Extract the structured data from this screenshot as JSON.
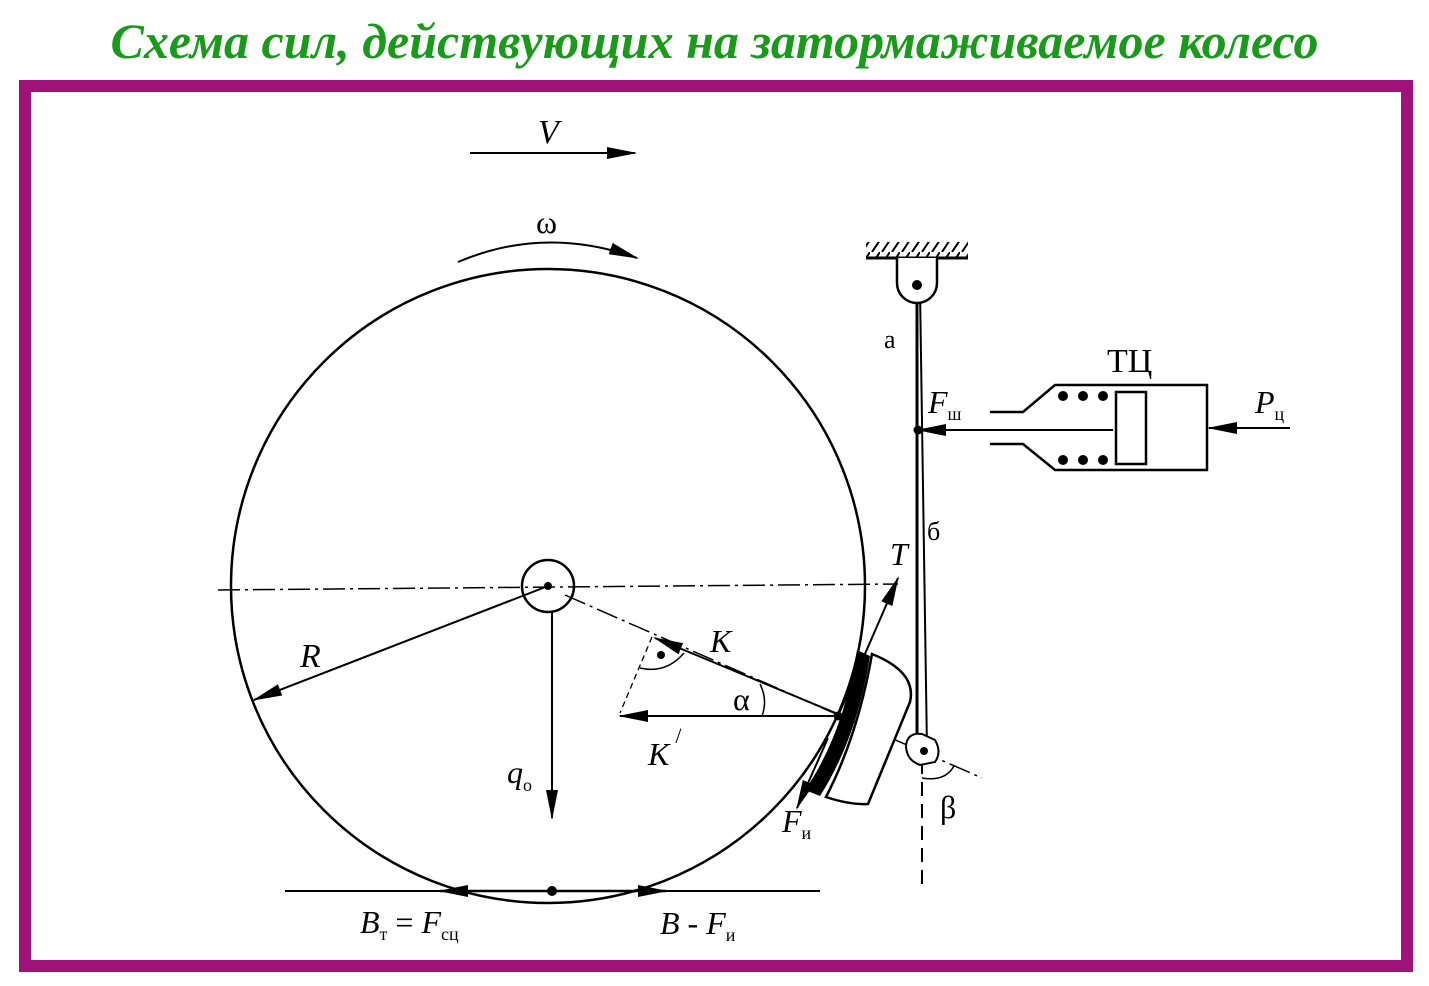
{
  "title": "Схема сил, действующих на затормаживаемое колесо",
  "colors": {
    "title": "#1a9a1a",
    "frame": "#a0117a",
    "lines": "#000000",
    "background": "#ffffff"
  },
  "labels": {
    "V": "V",
    "omega": "ω",
    "R": "R",
    "K": "K",
    "K_prime_main": "K",
    "K_prime_mark": "/",
    "alpha": "α",
    "beta": "β",
    "q_main": "q",
    "q_sub": "о",
    "T": "T",
    "F_i_main": "F",
    "F_i_sub": "и",
    "F_sh_main": "F",
    "F_sh_sub": "ш",
    "P_main": "P",
    "P_sub": "ц",
    "a": "а",
    "b": "б",
    "TC": "ТЦ",
    "B_t_main": "B",
    "B_t_sub": "т",
    "eq": " = ",
    "F_sc_main": "F",
    "F_sc_sub": "сц",
    "B_right": "B",
    "minus": " - ",
    "F_i2_main": "F",
    "F_i2_sub": "и"
  }
}
